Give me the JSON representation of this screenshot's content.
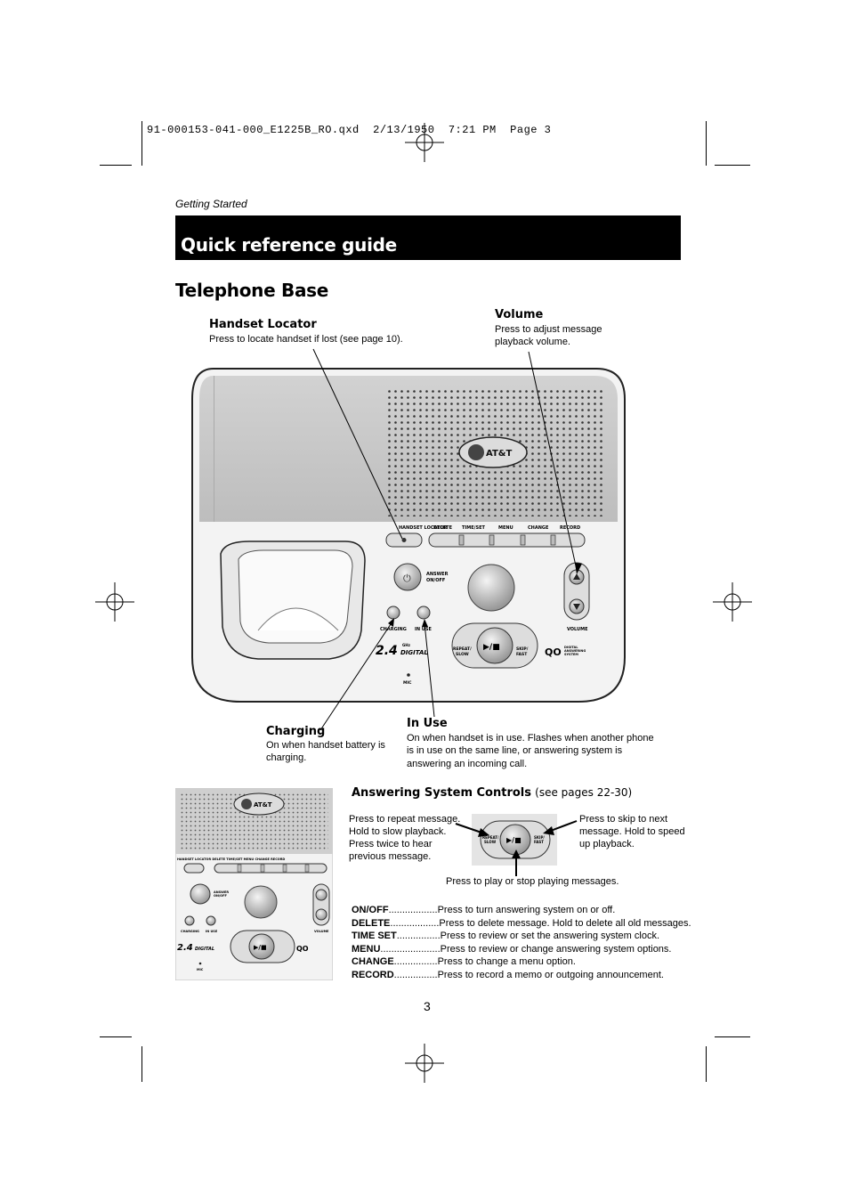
{
  "file_header": "91-000153-041-000_E1225B_RO.qxd  2/13/1950  7:21 PM  Page 3",
  "section_label": "Getting Started",
  "banner_title": "Quick reference guide",
  "subtitle": "Telephone Base",
  "callouts": {
    "handset_locator": {
      "title": "Handset Locator",
      "text": "Press to locate handset if lost (see page 10)."
    },
    "volume": {
      "title": "Volume",
      "text_line1": "Press to adjust message",
      "text_line2": "playback volume."
    },
    "charging": {
      "title": "Charging",
      "text_line1": "On when handset battery is",
      "text_line2": "charging."
    },
    "in_use": {
      "title": "In Use",
      "text_line1": "On when handset is in use. Flashes when another phone",
      "text_line2": "is in use on the same line, or answering system is",
      "text_line3": "answering an incoming call."
    }
  },
  "device": {
    "brand": "AT&T",
    "buttons": [
      "HANDSET LOCATOR",
      "DELETE",
      "TIME/SET",
      "MENU",
      "CHANGE",
      "RECORD"
    ],
    "answer_label_1": "ANSWER",
    "answer_label_2": "ON/OFF",
    "charging_label": "CHARGING",
    "in_use_label": "IN USE",
    "volume_label": "VOLUME",
    "model_big": "2.4",
    "model_small": "GHz",
    "model_word": "DIGITAL",
    "repeat_1": "REPEAT/",
    "repeat_2": "SLOW",
    "skip_1": "SKIP/",
    "skip_2": "FAST",
    "play_symbol": "▶/■",
    "digital_1": "DIGITAL",
    "digital_2": "ANSWERING",
    "digital_3": "SYSTEM",
    "mic_label": "MIC"
  },
  "answering": {
    "title": "Answering System Controls",
    "pages": "(see pages 22-30)",
    "left_text": [
      "Press to repeat message.",
      "Hold to slow playback.",
      "Press twice to hear",
      "previous message."
    ],
    "right_text": [
      "Press to skip to next",
      "message. Hold to speed",
      "up playback."
    ],
    "bottom_text": "Press to play or stop playing messages.",
    "controls": [
      {
        "key": "ON/OFF",
        "dots": "..................",
        "desc": "Press to turn answering system on or off."
      },
      {
        "key": "DELETE",
        "dots": "..................",
        "desc": "Press to delete message. Hold to delete all old messages."
      },
      {
        "key": "TIME SET",
        "dots": "................",
        "desc": "Press to review or set the answering system clock."
      },
      {
        "key": "MENU",
        "dots": "......................",
        "desc": "Press to review or change answering system options."
      },
      {
        "key": "CHANGE",
        "dots": "................",
        "desc": "Press to change a menu option."
      },
      {
        "key": "RECORD",
        "dots": "................",
        "desc": "Press to record a memo or outgoing announcement."
      }
    ]
  },
  "page_number": "3"
}
